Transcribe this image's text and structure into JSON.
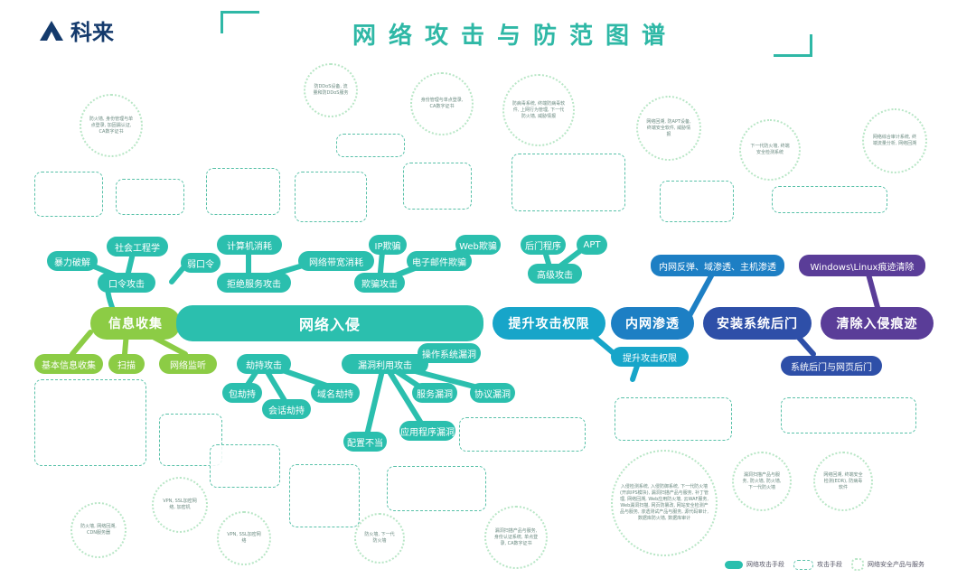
{
  "brand": {
    "logo_name": "科来"
  },
  "title": "网络攻击与防范图谱",
  "main_nodes": [
    {
      "id": "info",
      "label": "信息收集",
      "color": "#8ccc45"
    },
    {
      "id": "intrude",
      "label": "网络入侵",
      "color": "#2bbfae"
    },
    {
      "id": "privilege",
      "label": "提升攻击权限",
      "color": "#17a5c9"
    },
    {
      "id": "lateral",
      "label": "内网渗透",
      "color": "#1d7fc4"
    },
    {
      "id": "backdoor",
      "label": "安装系统后门",
      "color": "#2e4fa8"
    },
    {
      "id": "clean",
      "label": "清除入侵痕迹",
      "color": "#5a3d98"
    }
  ],
  "sub_nodes": {
    "info_basic": "基本信息收集",
    "info_scan": "扫描",
    "info_monitor": "网络监听",
    "password": "口令攻击",
    "brute": "暴力破解",
    "social": "社会工程学",
    "weakpw": "弱口令",
    "dos": "拒绝服务攻击",
    "dos_compute": "计算机消耗",
    "dos_bandwidth": "网络带宽消耗",
    "spoof": "欺骗攻击",
    "spoof_ip": "IP欺骗",
    "spoof_web": "Web欺骗",
    "spoof_mail": "电子邮件欺骗",
    "hijack": "劫持攻击",
    "hijack_packet": "包劫持",
    "hijack_session": "会话劫持",
    "hijack_domain": "域名劫持",
    "vuln": "漏洞利用攻击",
    "vuln_os": "操作系统漏洞",
    "vuln_service": "服务漏洞",
    "vuln_protocol": "协议漏洞",
    "vuln_app": "应用程序漏洞",
    "vuln_config": "配置不当",
    "advanced": "高级攻击",
    "backdoor_prog": "后门程序",
    "apt": "APT",
    "privilege2": "提升攻击权限",
    "lateral_actions": "内网反弹、域渗透、主机渗透",
    "backdoor_web": "系统后门与网页后门",
    "clean_os": "Windows\\Linux痕迹清除"
  },
  "defense_boxes": {
    "social": "防火墙, 身份管理与单点登录, 加固漏认证, CA数字证书",
    "ddos": "防DDoS设备, 流量和防DDoS服务",
    "ip_spoof": "身份管理与单点登录, CA数字证书",
    "web_spoof": "防病毒系统, 终端防病毒软件, 上网行为管理, 下一代防火墙, 威胁情报",
    "apt": "网络回溯, 防APT设备, 终端安全软件, 威胁情报",
    "fw_next": "下一代防火墙, 终端安全检测系统",
    "clean_def": "网络综合审计系统, 终端流量分析, 网络回溯",
    "vpn": "VPN, SSL加密网络, 加密机",
    "fw_sys": "防火墙, 网络回溯, CDN服务器",
    "vpn_ssl": "VPN, SSL加密网络",
    "fw_next2": "防火墙, 下一代防火墙",
    "scan_prod": "漏洞扫描产品与服务, 身份认证系统, 单点登录, CA数字证书",
    "intrude_def": "入侵检测系统, 入侵防御系统, 下一代防火墙(开启IPS模块), 漏洞扫描产品与服务, 补丁管理, 网络回溯, Web应用防火墙, 云WAF服务, Web漏洞扫描, 网页防篡改, 网站安全检测产品与服务, 渗透测试产品与服务, 源代码审计, 数据库防火墙, 数据库审计",
    "scan_fw": "漏洞扫描产品与服务, 防火墙, 防火墙, 下一代防火墙",
    "backdoor_def": "网络回溯, 终端安全检测(EDR), 防病毒软件"
  },
  "legend": [
    "网络攻击手段",
    "攻击手段",
    "网络安全产品与服务"
  ],
  "colors": {
    "teal": "#2fb8a6",
    "navy": "#143a6c"
  }
}
